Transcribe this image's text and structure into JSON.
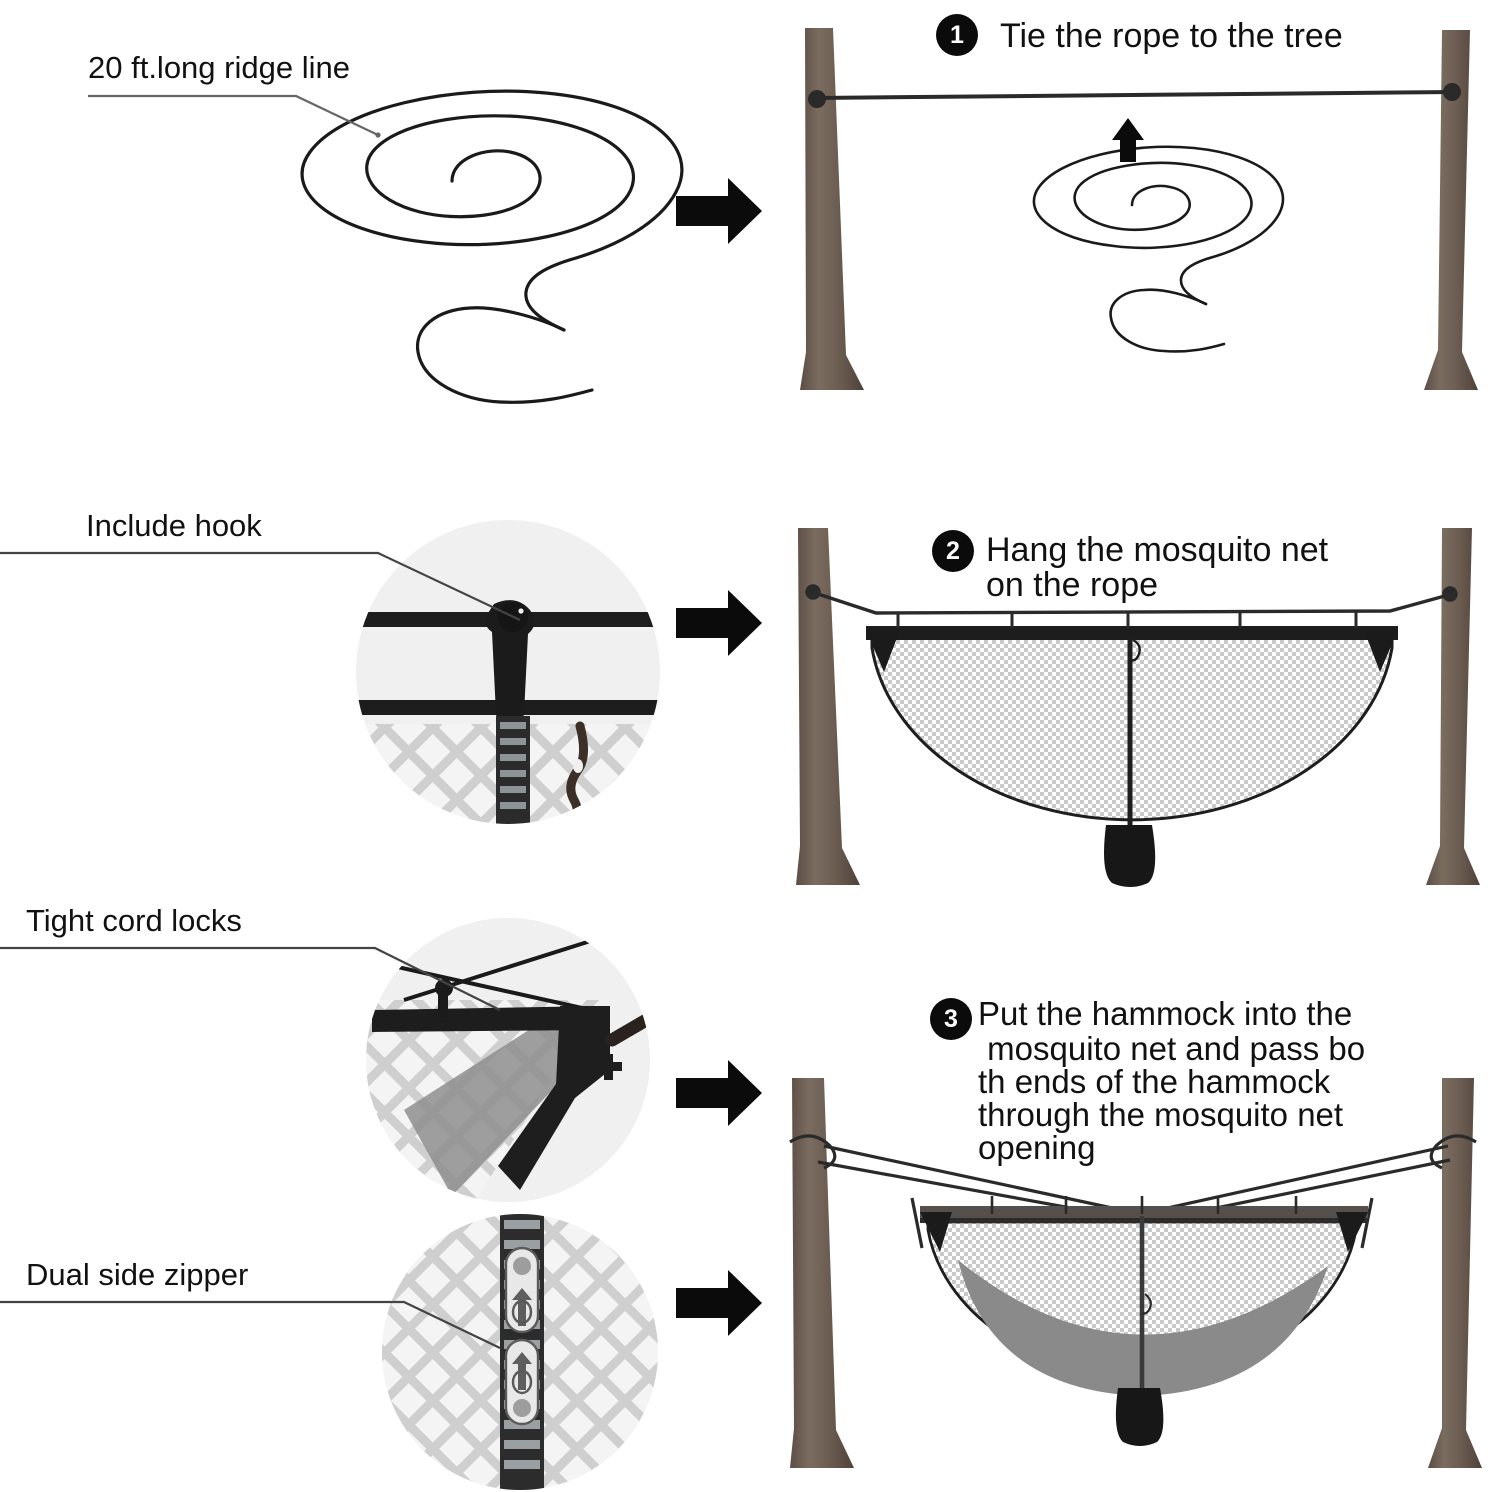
{
  "doc": {
    "title": "Hammock mosquito net setup instructions",
    "background_color": "#ffffff",
    "ink_color": "#111111",
    "tree_color": "#6b5c51",
    "inset_circle_color": "#f0f0f0",
    "mesh_color": "#c9c9c9",
    "hammock_color": "#8a8a8a"
  },
  "callouts": [
    {
      "id": "ridge-line",
      "label": "20 ft.long ridge line"
    },
    {
      "id": "include-hook",
      "label": "Include hook"
    },
    {
      "id": "cord-locks",
      "label": "Tight cord locks"
    },
    {
      "id": "zipper",
      "label": "Dual side zipper"
    }
  ],
  "steps": [
    {
      "number": "1",
      "lines": [
        "Tie the rope to the tree"
      ]
    },
    {
      "number": "2",
      "lines": [
        "Hang the mosquito net",
        "on the rope"
      ]
    },
    {
      "number": "3",
      "lines": [
        "Put the hammock into the",
        " mosquito net and pass bo",
        "th ends of the hammock",
        "through the mosquito net",
        "opening"
      ]
    }
  ],
  "arrows": {
    "flow_right_1": "arrow-right-icon",
    "flow_right_2": "arrow-right-icon",
    "flow_right_3": "arrow-right-icon",
    "flow_right_4": "arrow-right-icon",
    "lift_up": "arrow-up-icon"
  },
  "parts": {
    "rope_coil": "coiled-rope-icon",
    "tree_left": "tree-trunk-icon",
    "tree_right": "tree-trunk-icon",
    "mosquito_net": "mosquito-net-icon",
    "stuff_sack": "stuff-sack-icon",
    "hook": "s-hook-icon",
    "cord_lock": "cord-lock-icon",
    "zipper_pull": "zipper-pull-icon"
  }
}
